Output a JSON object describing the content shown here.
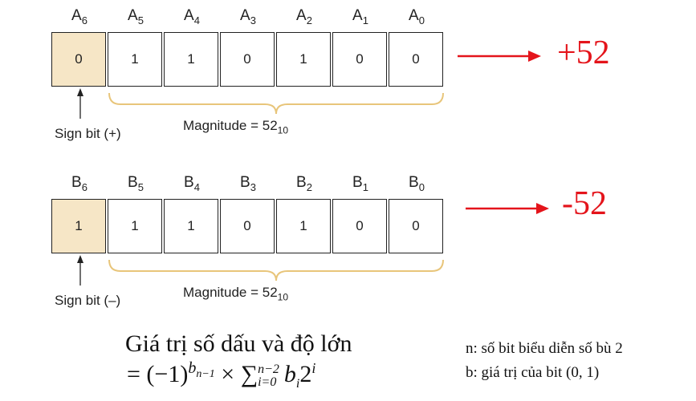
{
  "registers": [
    {
      "letter": "A",
      "bits": [
        "0",
        "1",
        "1",
        "0",
        "1",
        "0",
        "0"
      ],
      "sign_label": "Sign bit (+)",
      "magnitude_text": "Magnitude = 52",
      "magnitude_base": "10",
      "value": "+52"
    },
    {
      "letter": "B",
      "bits": [
        "1",
        "1",
        "1",
        "0",
        "1",
        "0",
        "0"
      ],
      "sign_label": "Sign bit (–)",
      "magnitude_text": "Magnitude = 52",
      "magnitude_base": "10",
      "value": "-52"
    }
  ],
  "indices": [
    "6",
    "5",
    "4",
    "3",
    "2",
    "1",
    "0"
  ],
  "formula": {
    "line1": "Giá trị số dấu và độ lớn",
    "line2_prefix": "= (−1)",
    "exp_base": "b",
    "exp_sub": "n−1",
    "times": "×",
    "sigma": "∑",
    "sum_upper": "n−2",
    "sum_lower": "i=0",
    "term_b": "b",
    "term_sub": "i",
    "term_two": "2",
    "term_exp": "i"
  },
  "notes": {
    "n": "n: số bit biểu diễn số bù 2",
    "b": "b: giá trị của bit (0, 1)"
  },
  "colors": {
    "sign_cell_fill": "#f6e6c6",
    "brace": "#e8c57a",
    "arrow": "#e4141b"
  }
}
